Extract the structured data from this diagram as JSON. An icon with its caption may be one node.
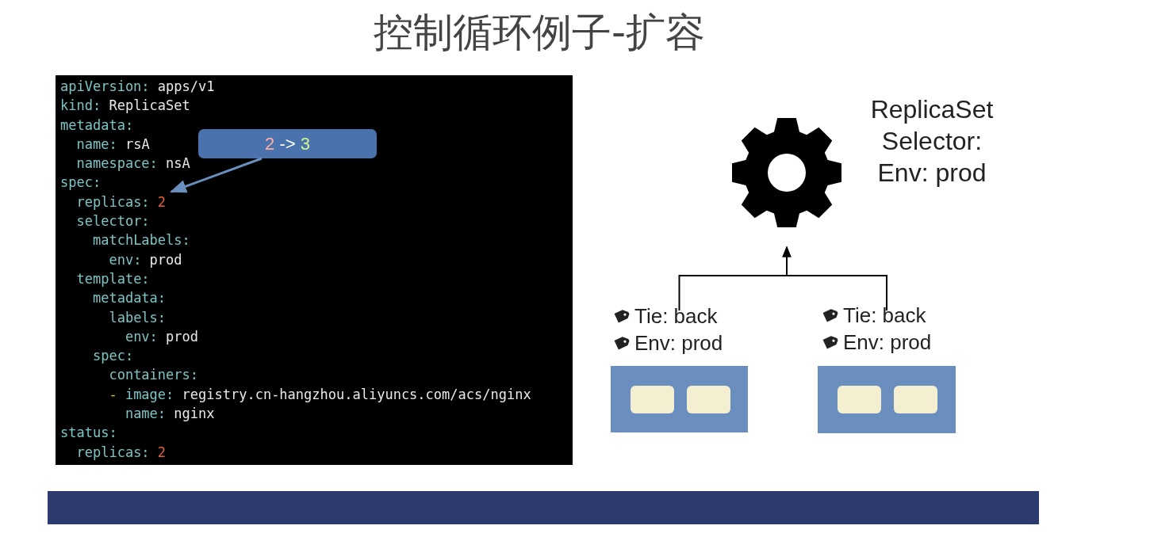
{
  "diagram": {
    "title": "控制循环例子-扩容",
    "nodes": [
      {
        "text": [
          "apiVersion: apps/v1",
          "kind: ReplicaSet",
          "metadata:",
          "  name: rsA",
          "  namespace: nsA",
          "spec:",
          "  replicas: 2",
          "  selector:",
          "    matchLabels:",
          "      env: prod",
          "  template:",
          "    metadata:",
          "      labels:",
          "        env: prod",
          "    spec:",
          "      containers:",
          "      - image: registry.cn-hangzhou.aliyuncs.com/acs/nginx",
          "        name: nginx",
          "status:",
          "  replicas: 2"
        ]
      },
      {
        "text": [
          "2 -> 3"
        ],
        "in": 0
      },
      {
        "text": [],
        "shape": "gear",
        "beside": [
          "ReplicaSet Selector: Env: prod"
        ]
      },
      {
        "text": [],
        "shape": "box",
        "beside": [
          "Tie: back",
          "Env: prod"
        ]
      },
      {
        "text": [],
        "shape": "box",
        "beside": [
          "Tie: back",
          "Env: prod"
        ]
      },
      {
        "text": [],
        "shape": "box",
        "in": 3
      },
      {
        "text": [],
        "shape": "box",
        "in": 3
      },
      {
        "text": [],
        "shape": "box",
        "in": 4
      },
      {
        "text": [],
        "shape": "box",
        "in": 4
      }
    ],
    "edges": [
      {
        "from": 1,
        "to": null,
        "arrow": "to",
        "color": "#6a8fbf"
      },
      {
        "from": 3,
        "to": 2,
        "arrow": "to"
      },
      {
        "from": 4,
        "to": 2,
        "arrow": "to"
      }
    ]
  }
}
